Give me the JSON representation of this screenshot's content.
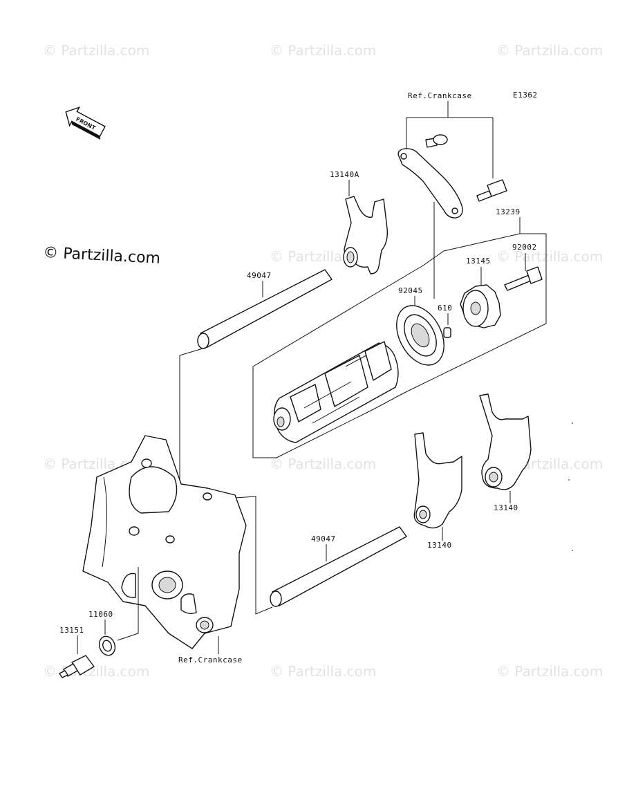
{
  "watermark": {
    "repeat_text": "© Partzilla.com",
    "main_text": "© Partzilla.com"
  },
  "diagram_code": "E1362",
  "front_arrow_label": "FRONT",
  "labels": {
    "ref_crankcase_top": "Ref.Crankcase",
    "ref_crankcase_bottom": "Ref.Crankcase",
    "p13140A": "13140A",
    "p13239": "13239",
    "p92002": "92002",
    "p13145": "13145",
    "p49047_top": "49047",
    "p92045": "92045",
    "p610": "610",
    "p13140_right": "13140",
    "p13140_mid": "13140",
    "p49047_bottom": "49047",
    "p11060": "11060",
    "p13151": "13151"
  }
}
